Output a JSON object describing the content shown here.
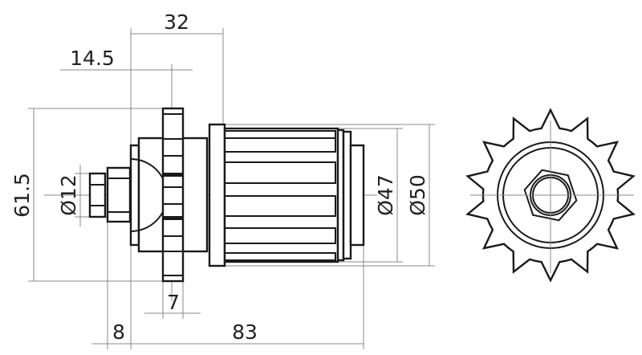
{
  "drawing": {
    "line_color": "#1a1a1a",
    "dimension_color": "#8a8a8a",
    "sprocket_teeth": 14,
    "dimensions": {
      "overall_hub_width": "32",
      "offset": "14.5",
      "sprocket_diameter": "61.5",
      "axle_diameter": "Ø12",
      "body_diameter_inner": "Ø47",
      "body_diameter_outer": "Ø50",
      "sprocket_thickness": "7",
      "nut_length": "8",
      "total_length": "83"
    }
  }
}
